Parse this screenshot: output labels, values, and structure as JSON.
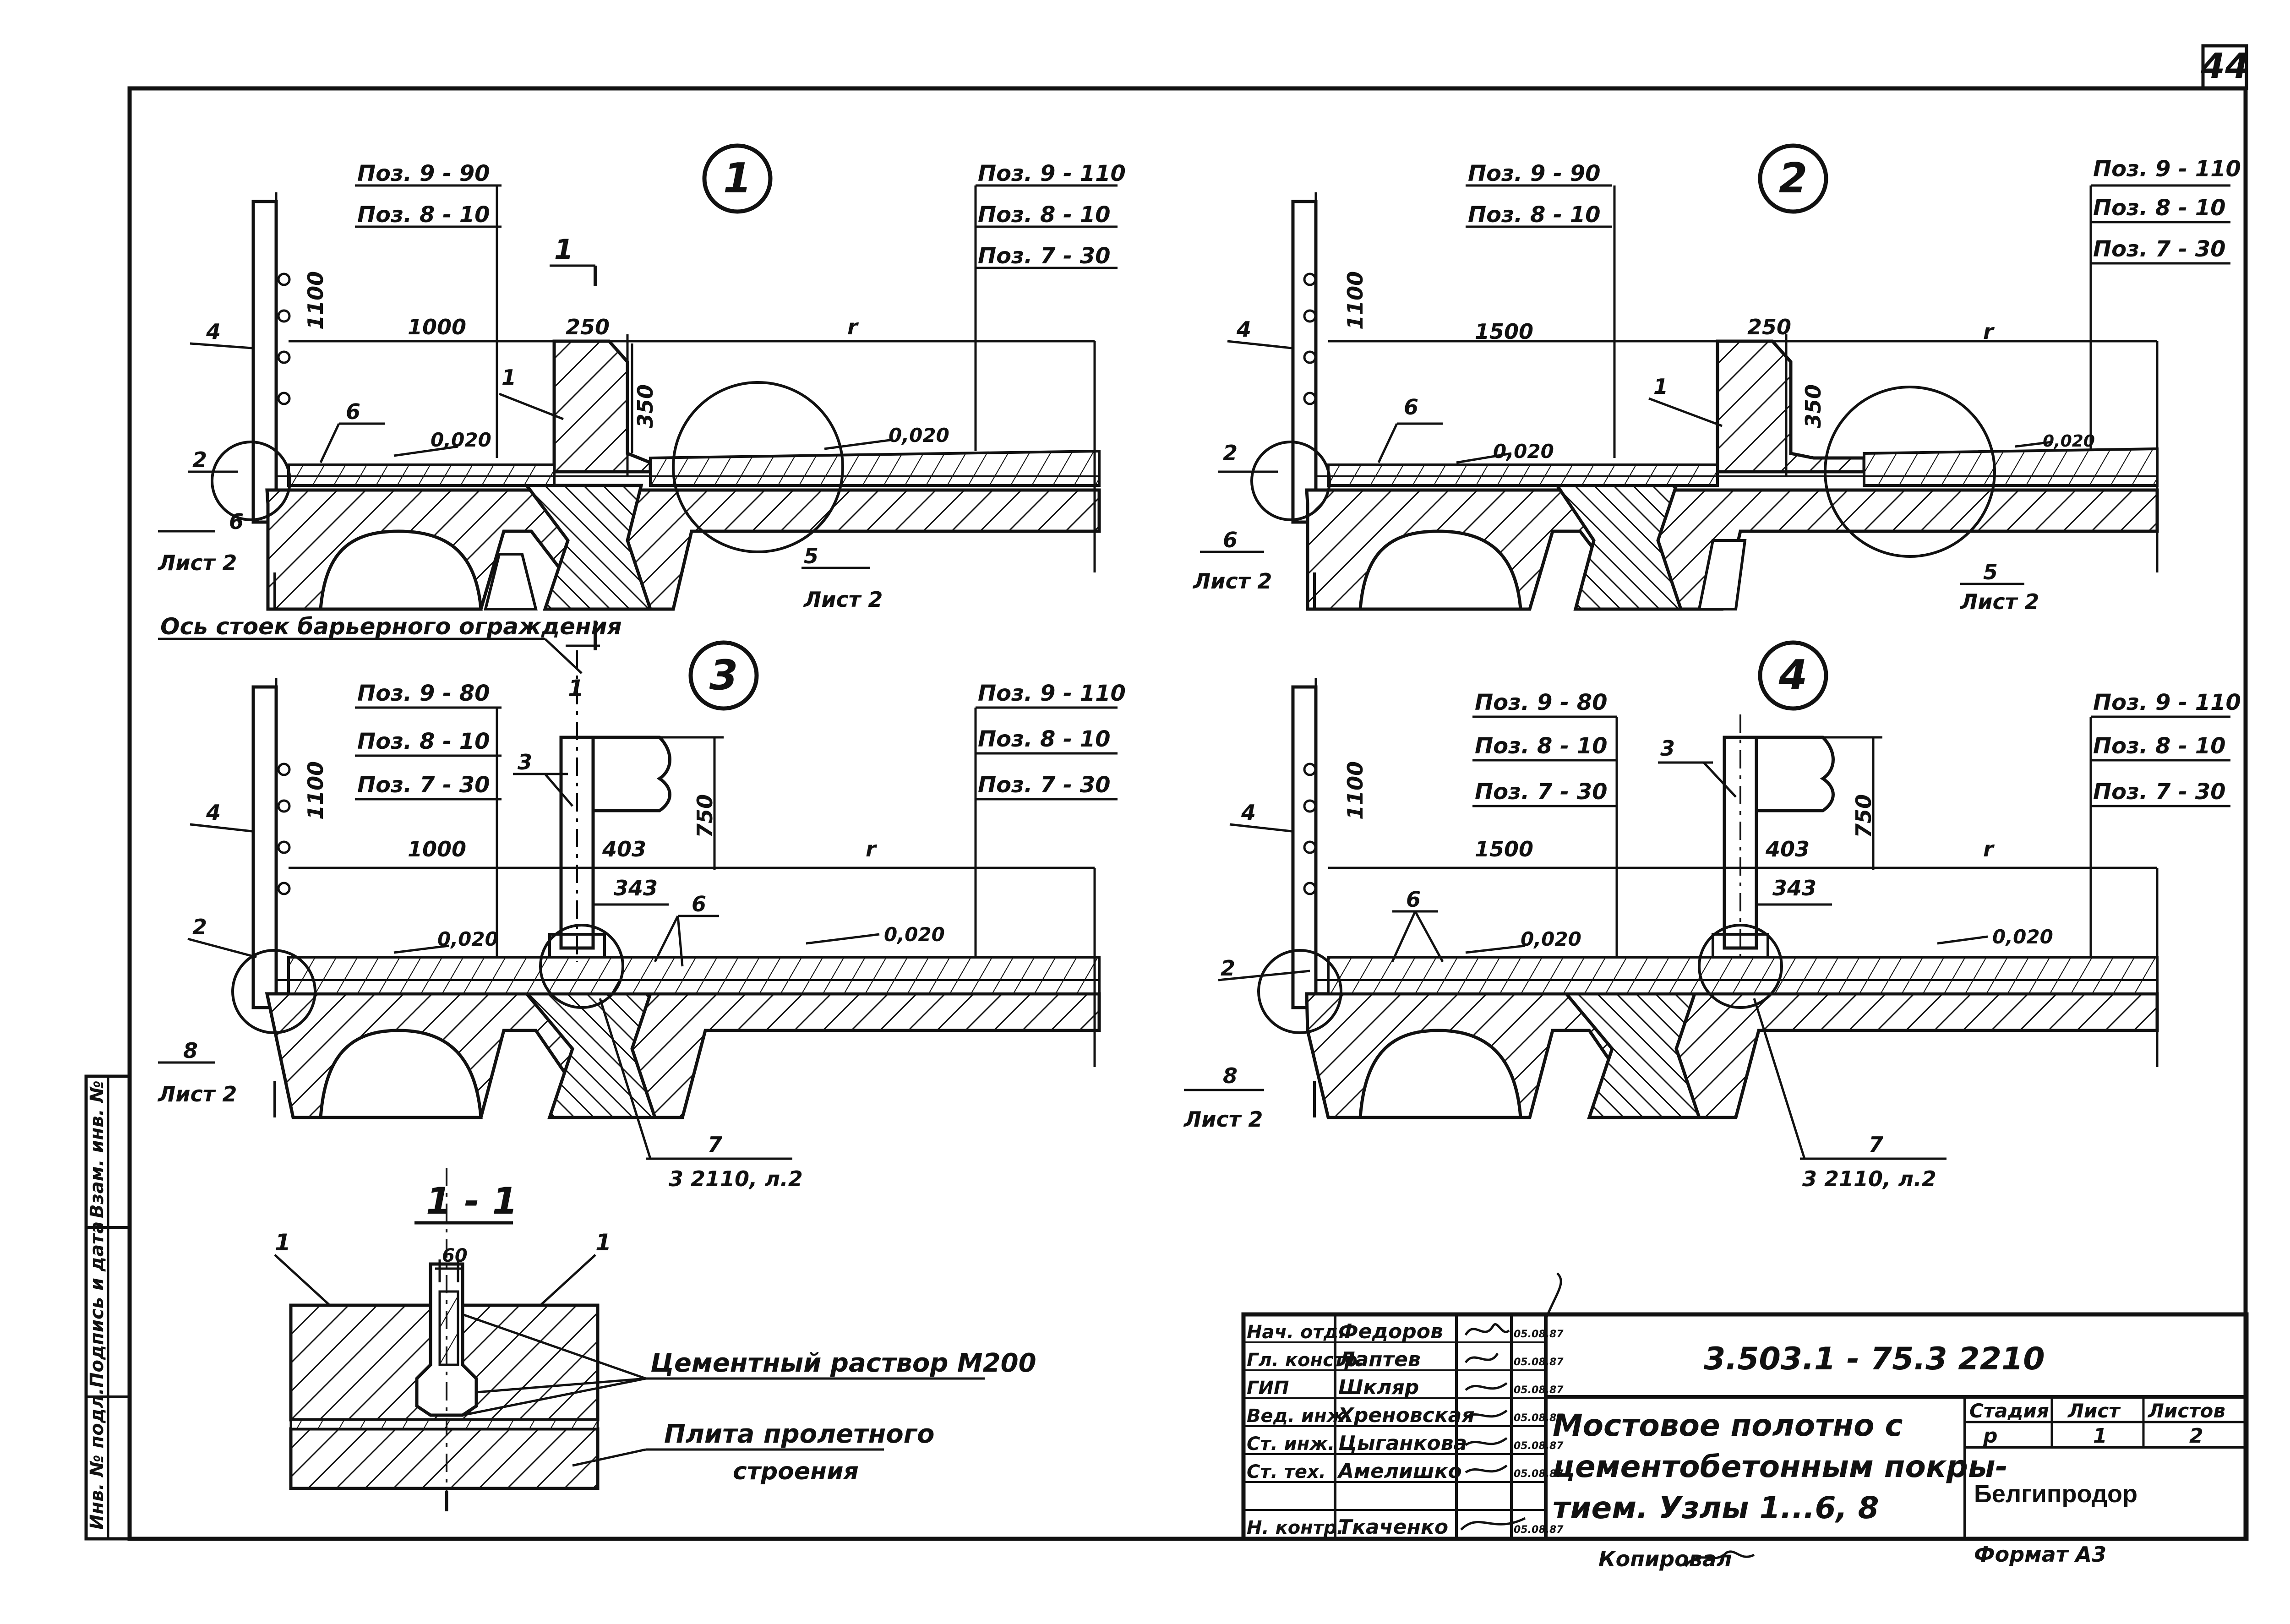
{
  "sheet_number": "44",
  "nodes": [
    {
      "id": "1",
      "dims": {
        "left": "1000",
        "curb_w": "250",
        "curb_h": "350",
        "right": "r",
        "rail_h": "1100"
      },
      "callouts_left": [
        "Поз. 9 - 90",
        "Поз. 8 - 10"
      ],
      "callouts_right": [
        "Поз. 9 - 110",
        "Поз. 8 - 10",
        "Поз. 7 - 30"
      ],
      "slopes": [
        "0,020",
        "0,020"
      ],
      "markers": [
        "4",
        "2",
        "6",
        "1",
        "5"
      ],
      "refs": [
        "Лист 2",
        "Лист 2"
      ]
    },
    {
      "id": "2",
      "dims": {
        "left": "1500",
        "curb_w": "250",
        "curb_h": "350",
        "right": "r",
        "rail_h": "1100"
      },
      "callouts_left": [
        "Поз. 9 - 90",
        "Поз. 8 - 10"
      ],
      "callouts_right": [
        "Поз. 9 - 110",
        "Поз. 8 - 10",
        "Поз. 7 - 30"
      ],
      "slopes": [
        "0,020",
        "0,020"
      ],
      "markers": [
        "4",
        "2",
        "6",
        "1",
        "6",
        "5"
      ],
      "refs": [
        "Лист 2",
        "Лист 2"
      ]
    },
    {
      "id": "3",
      "dims": {
        "left": "1000",
        "w1": "403",
        "w2": "343",
        "h": "750",
        "right": "r",
        "rail_h": "1100"
      },
      "callouts_left": [
        "Поз. 9 - 80",
        "Поз. 8 - 10",
        "Поз. 7 - 30"
      ],
      "callouts_right": [
        "Поз. 9 - 110",
        "Поз. 8 - 10",
        "Поз. 7 - 30"
      ],
      "slopes": [
        "0,020",
        "0,020"
      ],
      "markers": [
        "4",
        "2",
        "8",
        "3",
        "6",
        "7"
      ],
      "refs": [
        "Лист 2",
        "3 2110, л.2"
      ]
    },
    {
      "id": "4",
      "dims": {
        "left": "1500",
        "w1": "403",
        "w2": "343",
        "h": "750",
        "right": "r",
        "rail_h": "1100"
      },
      "callouts_left": [
        "Поз. 9 - 80",
        "Поз. 8 - 10",
        "Поз. 7 - 30"
      ],
      "callouts_right": [
        "Поз. 9 - 110",
        "Поз. 8 - 10",
        "Поз. 7 - 30"
      ],
      "slopes": [
        "0,020",
        "0,020"
      ],
      "markers": [
        "4",
        "2",
        "8",
        "3",
        "6",
        "7"
      ],
      "refs": [
        "Лист 2",
        "3 2110, л.2"
      ]
    }
  ],
  "section_cut": {
    "label": "1",
    "axis_note": "Ось стоек барьерного ограждения"
  },
  "section": {
    "title": "1 - 1",
    "dim": "60",
    "markers": [
      "1",
      "1"
    ],
    "note1": "Цементный раствор М200",
    "note2a": "Плита пролетного",
    "note2b": "строения"
  },
  "title_block": {
    "code": "3.503.1 - 75.3   2210",
    "description_lines": [
      "Мостовое полотно с",
      "цементобетонным покры-",
      "тием. Узлы 1...6, 8"
    ],
    "stage_head": "Стадия",
    "sheet_head": "Лист",
    "sheets_head": "Листов",
    "stage": "р",
    "sheet": "1",
    "sheets": "2",
    "org": "Белгипродор",
    "rows": [
      {
        "role": "Нач. отд.",
        "name": "Федоров",
        "date": "05.08.87"
      },
      {
        "role": "Гл. констр.",
        "name": "Лаптев",
        "date": "05.08.87"
      },
      {
        "role": "ГИП",
        "name": "Шкляр",
        "date": "05.08.87"
      },
      {
        "role": "Вед. инж.",
        "name": "Хреновская",
        "date": "05.08.87"
      },
      {
        "role": "Ст. инж.",
        "name": "Цыганкова",
        "date": "05.08.87"
      },
      {
        "role": "Ст. тех.",
        "name": "Амелишко",
        "date": "05.08.87"
      },
      {
        "role": "",
        "name": "",
        "date": ""
      },
      {
        "role": "Н. контр.",
        "name": "Ткаченко",
        "date": "05.08.87"
      }
    ],
    "copied": "Копировал",
    "format": "Формат А3"
  },
  "side_stamp": [
    "Инв. № подл.",
    "Подпись и дата",
    "Взам. инв. №"
  ]
}
